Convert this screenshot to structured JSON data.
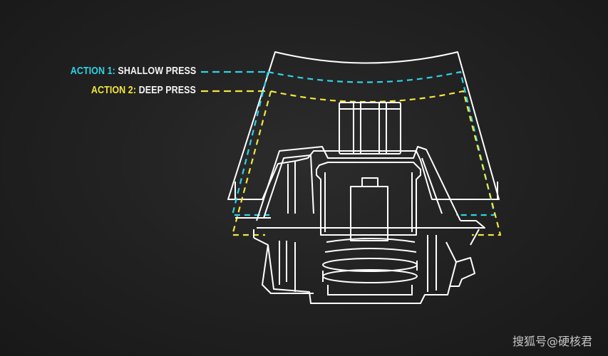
{
  "legend": {
    "shallow": {
      "prefix": "ACTION 1:",
      "label": "SHALLOW PRESS",
      "color": "#2fd3e6"
    },
    "deep": {
      "prefix": "ACTION 2:",
      "label": "DEEP PRESS",
      "color": "#f2e640"
    }
  },
  "diagram": {
    "subject": "keyboard-switch-cross-section",
    "outline_color": "#ffffff"
  },
  "watermark": "搜狐号@硬核君"
}
